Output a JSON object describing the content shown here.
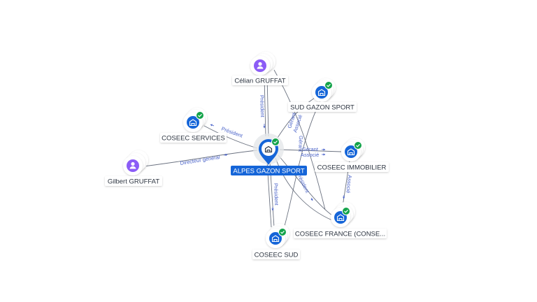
{
  "graph": {
    "center": {
      "label": "ALPES GAZON SPORT",
      "kind": "company",
      "verified": true
    },
    "nodes": [
      {
        "key": "celian",
        "label": "Célian GRUFFAT",
        "kind": "person",
        "verified": false
      },
      {
        "key": "sudgazon",
        "label": "SUD GAZON SPORT",
        "kind": "company",
        "verified": true
      },
      {
        "key": "services",
        "label": "COSEEC SERVICES",
        "kind": "company",
        "verified": true
      },
      {
        "key": "gilbert",
        "label": "Gilbert GRUFFAT",
        "kind": "person",
        "verified": false
      },
      {
        "key": "immobilier",
        "label": "COSEEC IMMOBILIER",
        "kind": "company",
        "verified": true
      },
      {
        "key": "france",
        "label": "COSEEC FRANCE (CONSE...",
        "kind": "company",
        "verified": true
      },
      {
        "key": "sud",
        "label": "COSEEC SUD",
        "kind": "company",
        "verified": true
      }
    ],
    "edge_labels": {
      "president": "Président",
      "directeur": "Directeur général",
      "gerant": "Gérant",
      "associe": "Associé",
      "gerant_associe": "Gérant\nAssocié"
    }
  },
  "colors": {
    "company_icon": "#1565d8",
    "person_icon": "#8b5cf6",
    "verified_badge": "#13a34a",
    "edge_label": "#4a63c9",
    "center_badge": "#1565d8"
  }
}
